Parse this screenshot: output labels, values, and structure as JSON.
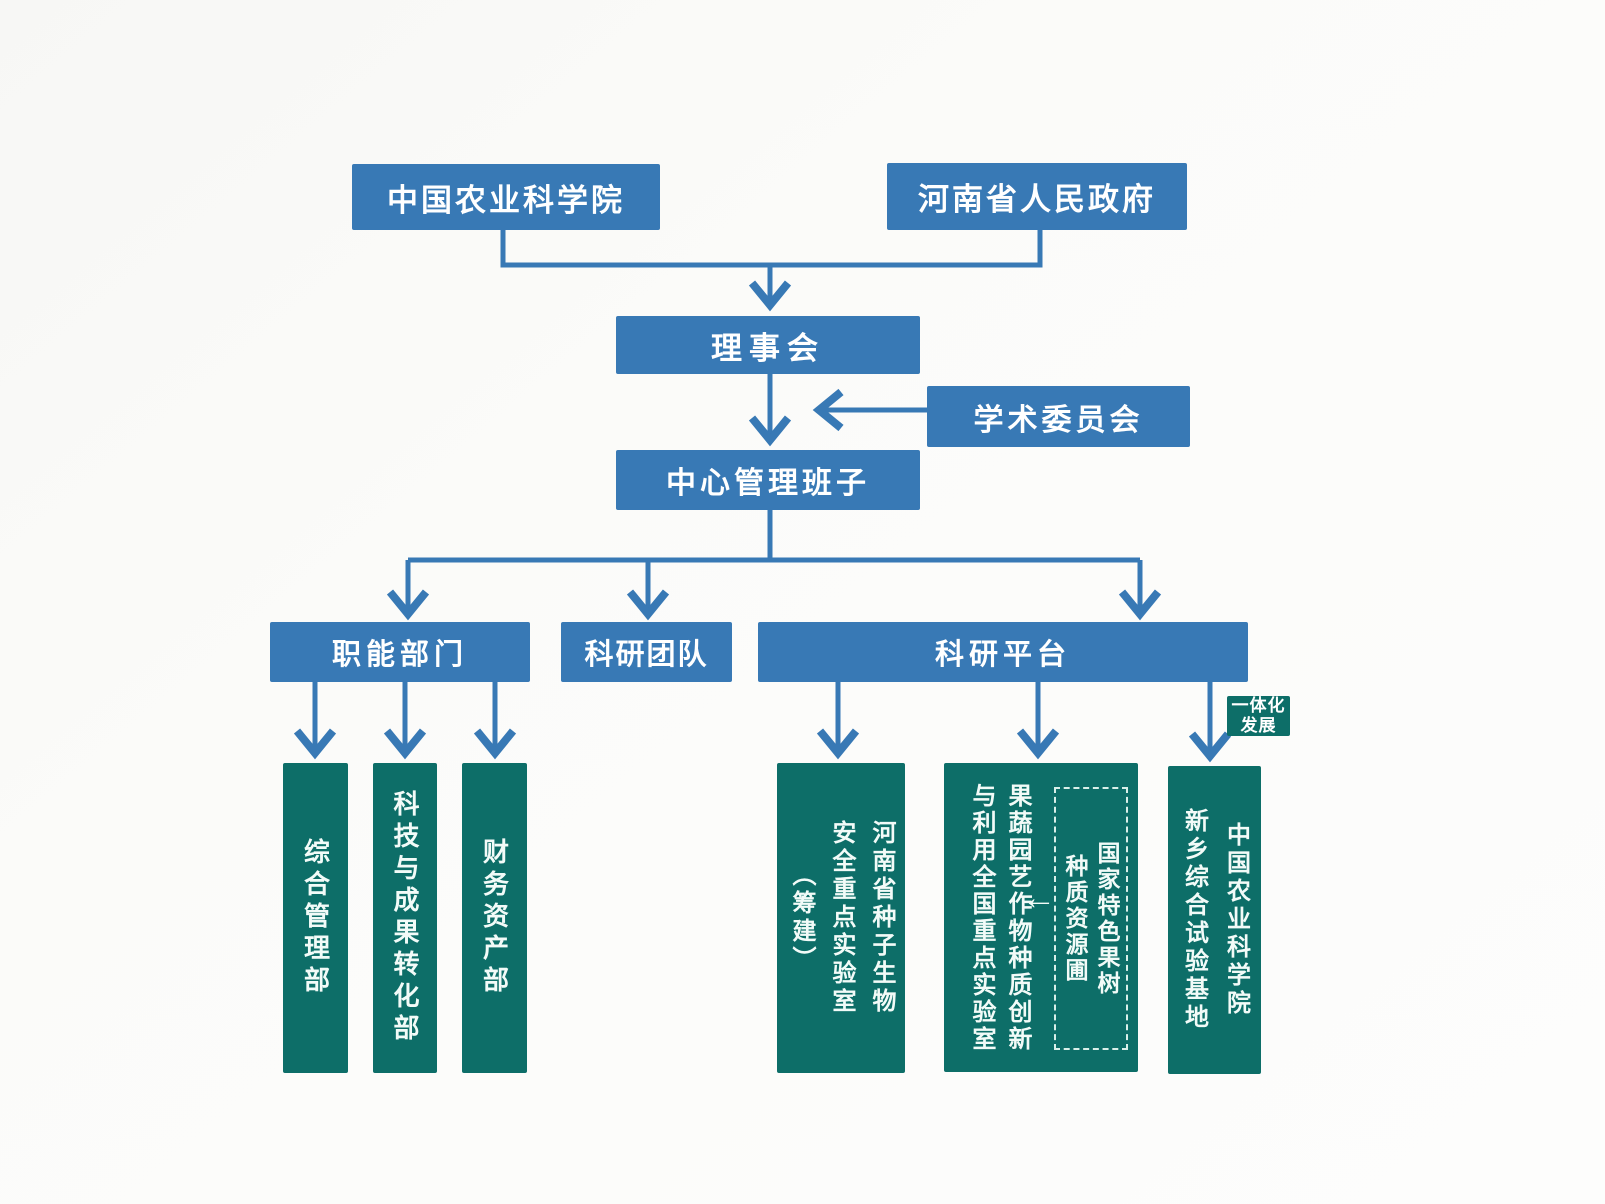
{
  "colors": {
    "primary_blue": "#3879b5",
    "teal": "#0d6e68",
    "background": "#fbfbf9",
    "box_text": "#ffffff"
  },
  "icons": {
    "left_arrow": "←"
  },
  "nodes": {
    "caas": {
      "label": "中国农业科学院"
    },
    "henan_gov": {
      "label": "河南省人民政府"
    },
    "council": {
      "label": "理事会"
    },
    "academic_committee": {
      "label": "学术委员会"
    },
    "management_team": {
      "label": "中心管理班子"
    },
    "functional_departments": {
      "label": "职能部门"
    },
    "research_teams": {
      "label": "科研团队"
    },
    "research_platforms": {
      "label": "科研平台"
    },
    "general_management": {
      "label": "综合管理部",
      "lines": [
        "综合管理部"
      ]
    },
    "tech_transfer": {
      "label": "科技与成果转化部",
      "lines": [
        "科技与成果转化部"
      ]
    },
    "finance_assets": {
      "label": "财务资产部",
      "lines": [
        "财务资产部"
      ]
    },
    "seed_lab": {
      "label": "河南省种子生物安全重点实验室（筹建）",
      "lines": [
        "河南省种子生物",
        "安全重点实验室",
        "（筹建）"
      ]
    },
    "fruit_veg_lab": {
      "label": "果蔬园艺作物种质创新与利用全国重点实验室",
      "lines": [
        "果蔬园艺作物种质创新",
        "与利用全国重点实验室"
      ]
    },
    "germplasm_nursery": {
      "label": "国家特色果树种质资源圃",
      "lines": [
        "国家特色果树",
        "种质资源圃"
      ]
    },
    "xinxiang_base": {
      "label": "中国农业科学院新乡综合试验基地",
      "lines": [
        "中国农业科学院",
        "新乡综合试验基地"
      ]
    },
    "integration_tag": {
      "label": "一体化发展",
      "lines": [
        "一体化",
        "发展"
      ]
    }
  }
}
